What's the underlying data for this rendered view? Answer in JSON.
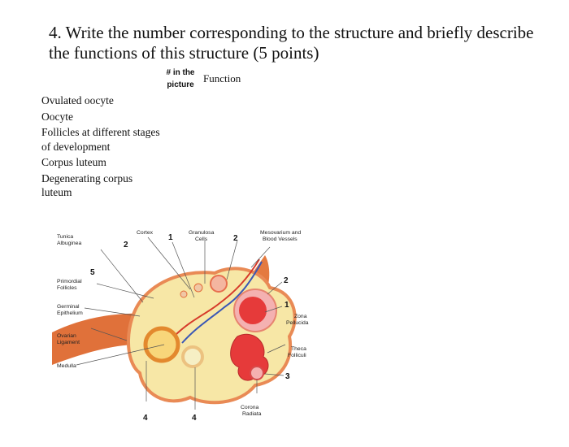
{
  "question": {
    "title": "4.  Write the number corresponding to the structure and briefly describe the functions of this structure (5 points)"
  },
  "columns": {
    "number_line1": "# in the",
    "number_line2": "picture",
    "function": "Function"
  },
  "structures": [
    "Ovulated oocyte",
    "Oocyte",
    "Follicles at different stages of development",
    "Corpus luteum",
    "Degenerating corpus luteum"
  ],
  "figure": {
    "labels": {
      "tunica_albuginea": [
        "Tunica",
        "Albuginea"
      ],
      "cortex": "Cortex",
      "granulosa_cells": [
        "Granulosa",
        "Cells"
      ],
      "mesovarium": [
        "Mesovarium and",
        "Blood Vessels"
      ],
      "primordial_follicles": [
        "Primordial",
        "Follicles"
      ],
      "germinal_epithelium": [
        "Germinal",
        "Epithelium"
      ],
      "zona_pellucida": [
        "Zona",
        "Pellucida"
      ],
      "ovarian_ligament": [
        "Ovarian",
        "Ligament"
      ],
      "theca_folliculi": [
        "Theca",
        "Folliculi"
      ],
      "medulla": "Medulla",
      "corona_radiata": [
        "Corona",
        "Radiata"
      ]
    },
    "numbers": {
      "n1_top": "1",
      "n2_top_left": "2",
      "n2_top_right": "2",
      "n5": "5",
      "n2_right": "2",
      "n1_right": "1",
      "n3": "3",
      "n4_left": "4",
      "n4_right": "4"
    }
  }
}
